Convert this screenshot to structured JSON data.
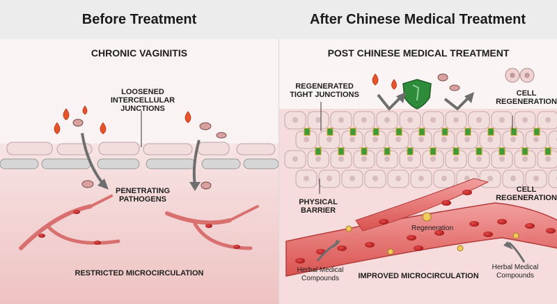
{
  "left": {
    "header": "Before Treatment",
    "title": "CHRONIC VAGINITIS",
    "label_junctions": "LOOSENED INTERCELLULAR JUNCTIONS",
    "label_pathogens": "PENETRATING PATHOGENS",
    "label_micro": "RESTRICTED MICROCIRCULATION"
  },
  "right": {
    "header": "After Chinese Medical Treatment",
    "title": "POST CHINESE MEDICAL TREATMENT",
    "label_tight": "REGENERATED TIGHT JUNCTIONS",
    "label_cell_regen_top": "CELL REGENERATION",
    "label_barrier": "PHYSICAL BARRIER",
    "label_cell_regen_mid": "CELL REGENERATION",
    "label_regeneration": "Regeneration",
    "label_herbal_left": "Herbal Medical Compounds",
    "label_micro": "IMPROVED MICROCIRCULATION",
    "label_herbal_right": "Herbal Medical Compounds"
  },
  "colors": {
    "tissue": "#f2c9c9",
    "cell": "#f3dede",
    "vessel": "#d9534f",
    "blood_cell": "#c62828",
    "shield": "#2e8b3a",
    "junction": "#3c9a3c"
  },
  "icons": [
    "fire-icon",
    "bacteria-icon",
    "shield-icon",
    "arrow-icon",
    "cell-division-icon"
  ]
}
